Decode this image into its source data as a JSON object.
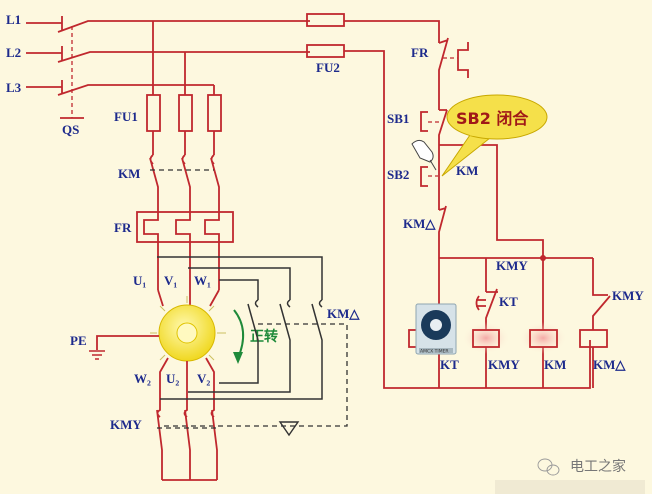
{
  "diagram": {
    "title": "Star-Delta (Y-△) Starting Circuit",
    "power_lines": [
      "L1",
      "L2",
      "L3"
    ],
    "labels": {
      "qs": "QS",
      "fu1": "FU1",
      "fu2": "FU2",
      "km_main": "KM",
      "fr_main": "FR",
      "u1": "U₁",
      "v1": "V₁",
      "w1": "W₁",
      "u2": "U₂",
      "v2": "V₂",
      "w2": "W₂",
      "pe": "PE",
      "km_delta_main": "KM△",
      "kmy_main": "KMY",
      "rotation": "正转",
      "fr_ctrl": "FR",
      "sb1": "SB1",
      "sb2": "SB2",
      "km_ctrl": "KM",
      "km_delta_ctrl": "KM△",
      "kmy_ctrl_top": "KMY",
      "kt_contact": "KT",
      "kmy_ctrl_right": "KMY",
      "coil_kt": "KT",
      "coil_kmy": "KMY",
      "coil_km": "KM",
      "coil_km_delta": "KM△"
    },
    "callout": "SB2 闭合",
    "timer_brand": "AMCX TIMER",
    "colors": {
      "background": "#fdf8df",
      "wire": "#c0282e",
      "label": "#1d2a8c",
      "callout_fill": "#f5e04a",
      "motor_fill": "#f7e640",
      "rotation_arrow": "#1f8a3a"
    }
  },
  "watermark": {
    "text": "电工之家",
    "icon": "wechat-icon"
  }
}
